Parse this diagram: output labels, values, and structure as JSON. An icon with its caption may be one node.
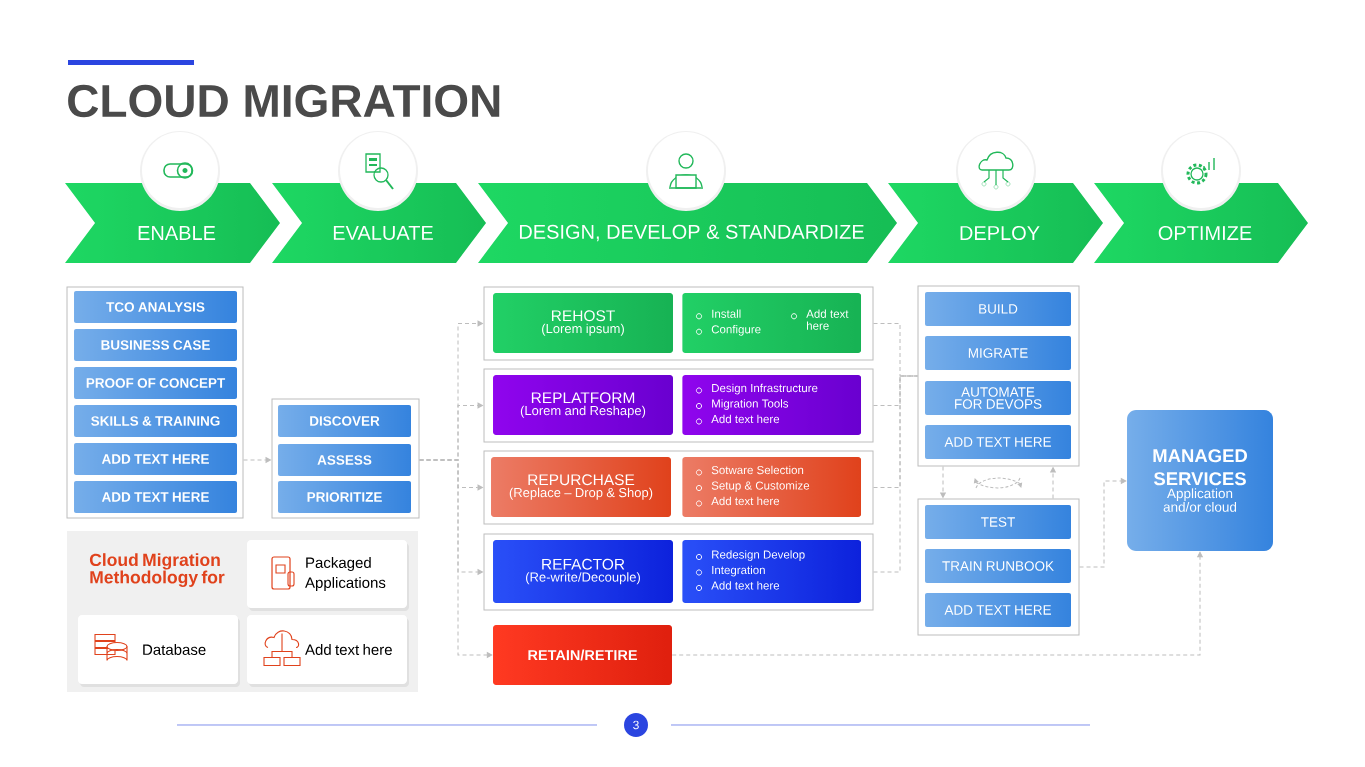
{
  "diagram": {
    "title": "CLOUD MIGRATION",
    "nodes": [
      {
        "text": [
          "ENABLE"
        ]
      },
      {
        "text": [
          "EVALUATE"
        ]
      },
      {
        "text": [
          "DESIGN, DEVELOP & STANDARDIZE"
        ]
      },
      {
        "text": [
          "DEPLOY"
        ]
      },
      {
        "text": [
          "OPTIMIZE"
        ]
      },
      {
        "text": [],
        "shape": "box"
      },
      {
        "text": [
          "TCO ANALYSIS"
        ],
        "in": 5
      },
      {
        "text": [
          "BUSINESS CASE"
        ],
        "in": 5
      },
      {
        "text": [
          "PROOF OF CONCEPT"
        ],
        "in": 5
      },
      {
        "text": [
          "SKILLS & TRAINING"
        ],
        "in": 5
      },
      {
        "text": [
          "ADD TEXT HERE"
        ],
        "in": 5
      },
      {
        "text": [
          "ADD TEXT HERE"
        ],
        "in": 5
      },
      {
        "text": [],
        "shape": "box"
      },
      {
        "text": [
          "DISCOVER"
        ],
        "in": 12
      },
      {
        "text": [
          "ASSESS"
        ],
        "in": 12
      },
      {
        "text": [
          "PRIORITIZE"
        ],
        "in": 12
      },
      {
        "text": [],
        "shape": "box"
      },
      {
        "text": [
          "REHOST",
          "(Lorem ipsum)"
        ],
        "in": 16
      },
      {
        "text": [
          "Install",
          "Configure",
          "Add text here"
        ],
        "in": 16
      },
      {
        "text": [],
        "shape": "box"
      },
      {
        "text": [
          "REPLATFORM",
          "(Lorem and Reshape)"
        ],
        "in": 19
      },
      {
        "text": [
          "Design Infrastructure",
          "Migration Tools",
          "Add text here"
        ],
        "in": 19
      },
      {
        "text": [],
        "shape": "box"
      },
      {
        "text": [
          "REPURCHASE",
          "(Replace – Drop & Shop)"
        ],
        "in": 22
      },
      {
        "text": [
          "Sotware Selection",
          "Setup & Customize",
          "Add text here"
        ],
        "in": 22
      },
      {
        "text": [],
        "shape": "box"
      },
      {
        "text": [
          "REFACTOR",
          "(Re-write/Decouple)"
        ],
        "in": 25
      },
      {
        "text": [
          "Redesign Develop",
          "Integration",
          "Add text here"
        ],
        "in": 25
      },
      {
        "text": [
          "RETAIN/RETIRE"
        ]
      },
      {
        "text": [],
        "shape": "box"
      },
      {
        "text": [
          "BUILD"
        ],
        "in": 29
      },
      {
        "text": [
          "MIGRATE"
        ],
        "in": 29
      },
      {
        "text": [
          "AUTOMATE FOR DEVOPS"
        ],
        "in": 29
      },
      {
        "text": [
          "ADD TEXT HERE"
        ],
        "in": 29
      },
      {
        "text": [],
        "shape": "box"
      },
      {
        "text": [
          "TEST"
        ],
        "in": 34
      },
      {
        "text": [
          "TRAIN RUNBOOK"
        ],
        "in": 34
      },
      {
        "text": [
          "ADD TEXT HERE"
        ],
        "in": 34
      },
      {
        "text": [
          "MANAGED SERVICES",
          "Application and/or cloud"
        ]
      },
      {
        "text": [
          "Cloud Migration Methodology for"
        ]
      },
      {
        "text": [
          "Packaged Applications"
        ],
        "in": 39
      },
      {
        "text": [
          "Database"
        ],
        "in": 39
      },
      {
        "text": [
          "Add text here"
        ],
        "in": 39
      }
    ],
    "edges": [
      {
        "from": 5,
        "to": 12,
        "arrow": "to",
        "style": "dashed"
      },
      {
        "from": 12,
        "to": 16,
        "arrow": "to",
        "style": "dashed"
      },
      {
        "from": 12,
        "to": 19,
        "arrow": "to",
        "style": "dashed"
      },
      {
        "from": 12,
        "to": 22,
        "arrow": "to",
        "style": "dashed"
      },
      {
        "from": 12,
        "to": 25,
        "arrow": "to",
        "style": "dashed"
      },
      {
        "from": 12,
        "to": 28,
        "arrow": "to",
        "style": "dashed"
      },
      {
        "from": 16,
        "to": 29,
        "arrow": "none",
        "style": "dashed"
      },
      {
        "from": 19,
        "to": 29,
        "arrow": "none",
        "style": "dashed"
      },
      {
        "from": 22,
        "to": 29,
        "arrow": "none",
        "style": "dashed"
      },
      {
        "from": 25,
        "to": 29,
        "arrow": "none",
        "style": "dashed"
      },
      {
        "from": 29,
        "to": 34,
        "arrow": "to",
        "style": "dashed"
      },
      {
        "from": 34,
        "to": 29,
        "arrow": "to",
        "style": "dashed"
      },
      {
        "from": 34,
        "to": 38,
        "arrow": "to",
        "style": "dashed"
      },
      {
        "from": 28,
        "to": 38,
        "arrow": "to",
        "style": "dashed"
      }
    ],
    "labels": [
      "3"
    ]
  }
}
